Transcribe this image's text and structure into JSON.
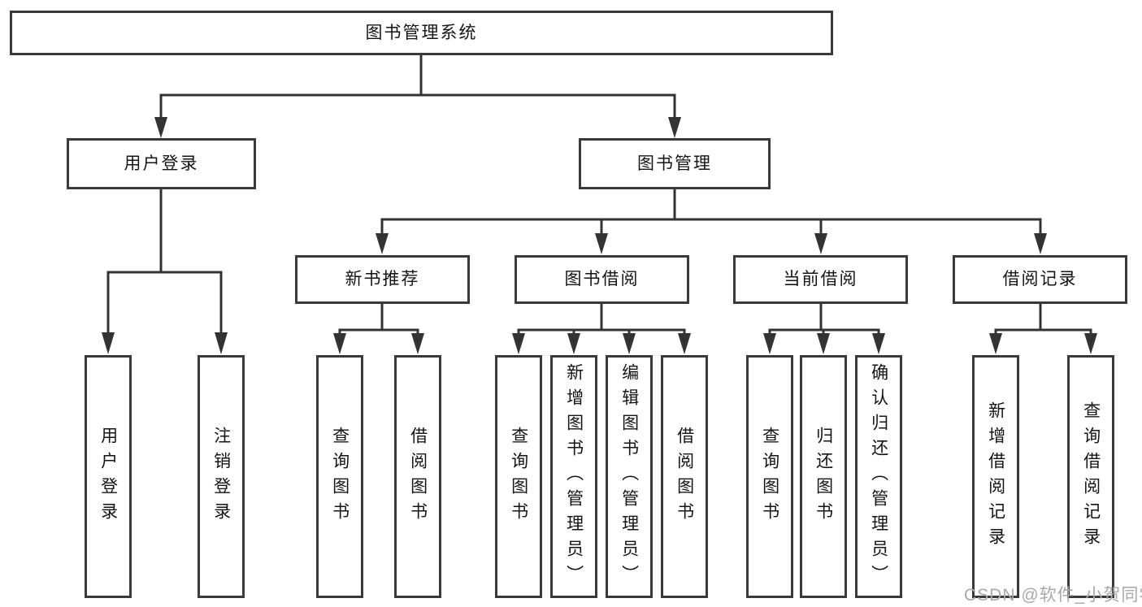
{
  "diagram": {
    "tree": {
      "root": {
        "label": "图书管理系统"
      },
      "children": [
        {
          "label": "用户登录",
          "children": [
            {
              "label": "用户登录"
            },
            {
              "label": "注销登录"
            }
          ]
        },
        {
          "label": "图书管理",
          "children": [
            {
              "label": "新书推荐",
              "children": [
                {
                  "label": "查询图书"
                },
                {
                  "label": "借阅图书"
                }
              ]
            },
            {
              "label": "图书借阅",
              "children": [
                {
                  "label": "查询图书"
                },
                {
                  "label": "新增图书（管理员）"
                },
                {
                  "label": "编辑图书（管理员）"
                },
                {
                  "label": "借阅图书"
                }
              ]
            },
            {
              "label": "当前借阅",
              "children": [
                {
                  "label": "查询图书"
                },
                {
                  "label": "归还图书"
                },
                {
                  "label": "确认归还（管理员）"
                }
              ]
            },
            {
              "label": "借阅记录",
              "children": [
                {
                  "label": "新增借阅记录"
                },
                {
                  "label": "查询借阅记录"
                }
              ]
            }
          ]
        }
      ]
    },
    "colors": {
      "line": "#333333",
      "box_border": "#3a3a3a",
      "text": "#141414",
      "watermark": "#a9a9a9"
    }
  },
  "watermark": {
    "text": "CSDN @软件_小贺同学"
  }
}
